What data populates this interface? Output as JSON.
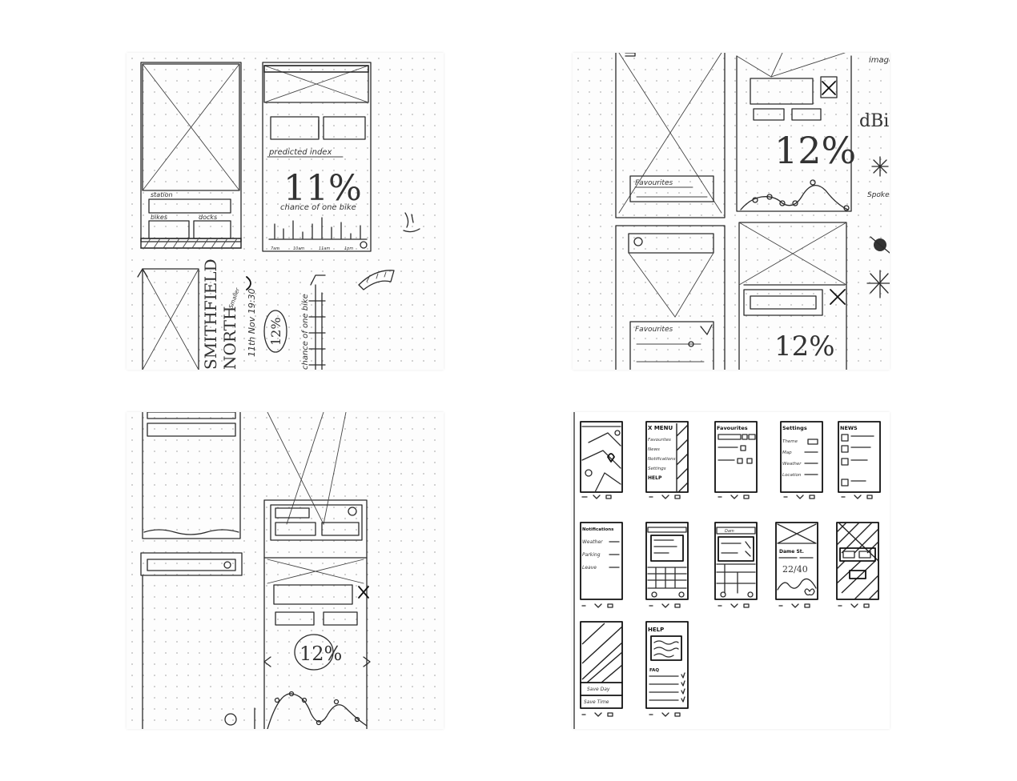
{
  "sketch_tl": {
    "station_label": "station",
    "bikes_label": "bikes",
    "docks_label": "docks",
    "predicted_label": "predicted index",
    "big_percent": "11%",
    "chance_label": "chance of one bike",
    "axis_labels": [
      "7am",
      "10am",
      "11am",
      "1pm"
    ],
    "rotated_place": "SMITHFIELD",
    "rotated_place2": "NORTH",
    "rotated_date": "11th Nov 19:30",
    "smaller_note": "Smaller",
    "circle_percent": "12%",
    "rotated_chance": "chance of one bike"
  },
  "sketch_tr": {
    "favourites_label": "Favourites",
    "big_percent": "12%",
    "favourites_label_2": "Favourites",
    "lower_percent": "12%",
    "margin_word": "dBikes",
    "margin_word_2": "Spokes",
    "margin_word_top": "image"
  },
  "sketch_bl": {
    "circle_percent": "12%"
  },
  "sketch_br": {
    "screens": [
      {
        "title": ""
      },
      {
        "title": "X MENU",
        "items": [
          "Favourites",
          "News",
          "Notifications",
          "Settings",
          "HELP"
        ]
      },
      {
        "title": "Favourites"
      },
      {
        "title": "Settings",
        "items": [
          "Theme",
          "Map",
          "Weather",
          "Location"
        ]
      },
      {
        "title": "NEWS"
      },
      {
        "title": "Notifications",
        "items": [
          "Weather",
          "Parking",
          "Leave"
        ]
      },
      {
        "title": ""
      },
      {
        "title": "Dam"
      },
      {
        "title": "Dame St.",
        "ratio": "22/40"
      },
      {
        "title": ""
      },
      {
        "title": ""
      },
      {
        "title": "HELP",
        "items": [
          "FAQ"
        ]
      }
    ],
    "save_day": "Save Day",
    "save_time": "Save Time"
  }
}
